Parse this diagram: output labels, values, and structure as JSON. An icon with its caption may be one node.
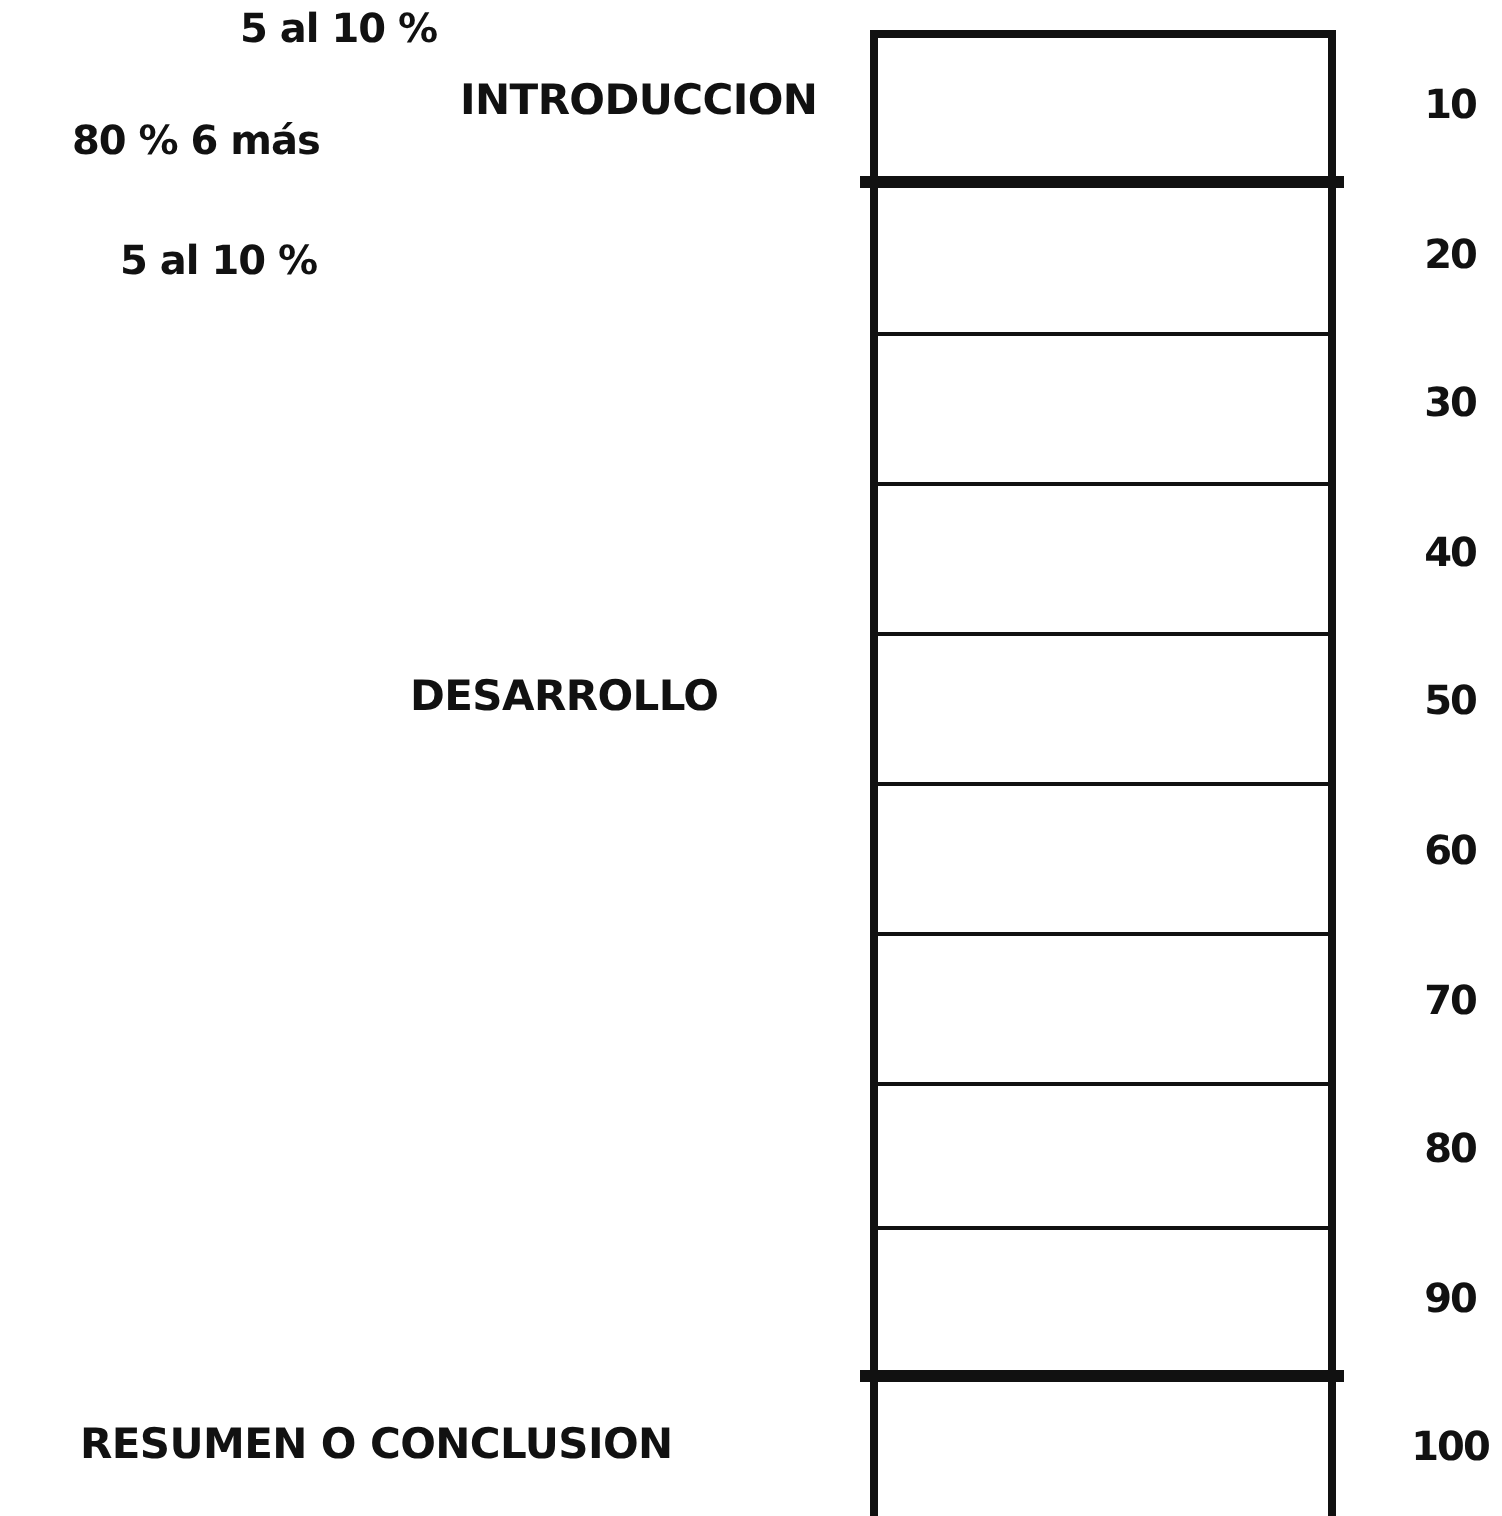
{
  "diagram": {
    "nodes": [
      {
        "text": [
          "INTRODUCCION"
        ]
      },
      {
        "text": [
          "DESARROLLO"
        ]
      },
      {
        "text": [
          "RESUMEN O CONCLUSION"
        ]
      }
    ],
    "labels": [
      "5 al 10 %",
      "80 % 6 más",
      "5 al 10 %",
      "10",
      "20",
      "30",
      "40",
      "50",
      "60",
      "70",
      "80",
      "90",
      "100"
    ]
  }
}
